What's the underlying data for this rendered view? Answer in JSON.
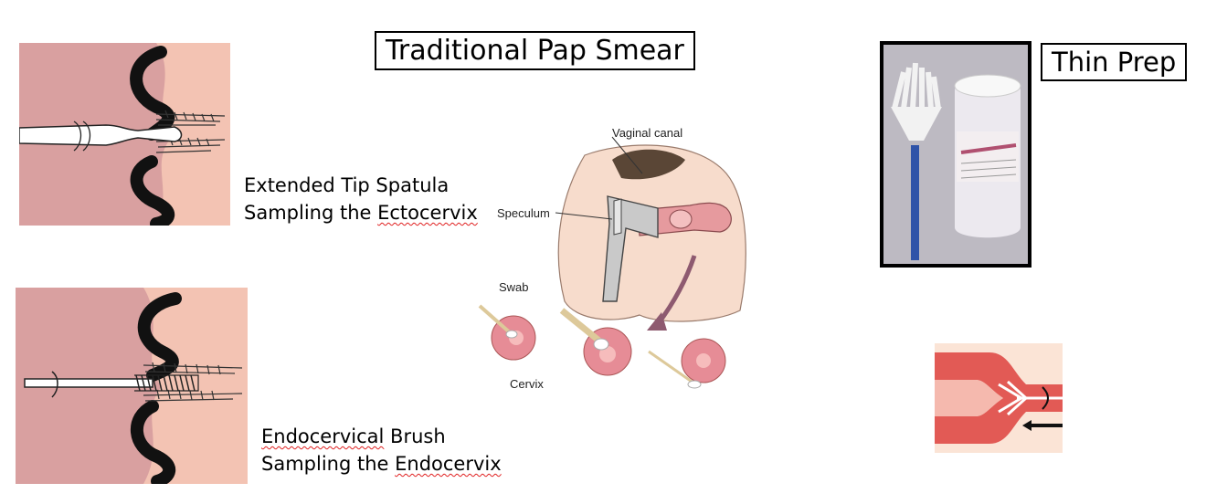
{
  "titles": {
    "traditional": "Traditional Pap Smear",
    "thin_prep": "Thin Prep"
  },
  "captions": {
    "spatula": {
      "line1": "Extended Tip Spatula",
      "line2_prefix": "Sampling the ",
      "line2_term": "Ectocervix"
    },
    "brush": {
      "line1_term": "Endocervical",
      "line1_suffix": " Brush",
      "line2_prefix": "Sampling the ",
      "line2_term": "Endocervix"
    }
  },
  "diagram_labels": {
    "vaginal_canal": "Vaginal canal",
    "speculum": "Speculum",
    "swab": "Swab",
    "cervix": "Cervix"
  },
  "colors": {
    "panel_pink": "#d9a0a0",
    "panel_peach": "#f3c3b3",
    "misspelling_underline": "#e02020"
  }
}
